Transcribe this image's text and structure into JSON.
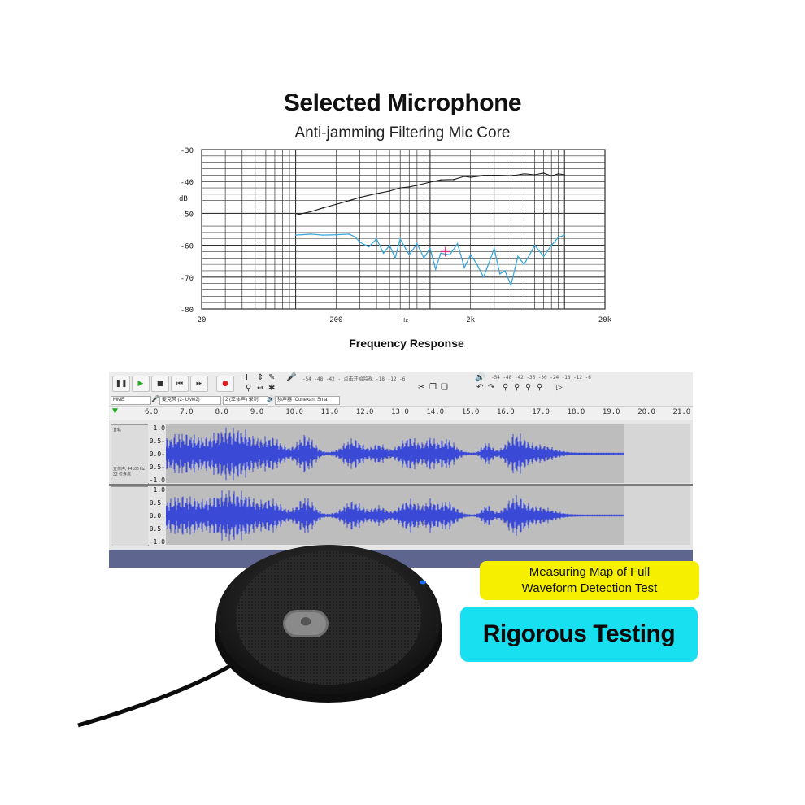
{
  "header": {
    "title": "Selected Microphone",
    "subtitle": "Anti-jamming Filtering Mic Core"
  },
  "chart_data": {
    "type": "line",
    "title": "",
    "caption": "Frequency Response",
    "xlabel": "Hz",
    "ylabel": "dB",
    "x_scale": "log",
    "xlim": [
      20,
      20000
    ],
    "ylim": [
      -80,
      -30
    ],
    "x_ticks": [
      "20",
      "200",
      "Hz",
      "2k",
      "20k"
    ],
    "y_ticks": [
      "-30",
      "-40",
      "-50",
      "-60",
      "-70",
      "-80"
    ],
    "grid": true,
    "series": [
      {
        "color": "#1a1a1a",
        "x": [
          100,
          130,
          160,
          200,
          250,
          300,
          400,
          500,
          600,
          700,
          800,
          1000,
          1200,
          1500,
          1800,
          2000,
          2500,
          3000,
          4000,
          5000,
          6000,
          7000,
          8000,
          9000,
          10000
        ],
        "y": [
          -50.5,
          -49.5,
          -48.3,
          -47.2,
          -46,
          -45,
          -43.8,
          -43,
          -42,
          -41.7,
          -41.2,
          -40.2,
          -39.5,
          -39.4,
          -38.4,
          -38.7,
          -38.2,
          -38.1,
          -38.3,
          -37.6,
          -37.9,
          -37.4,
          -38.3,
          -37.6,
          -37.9
        ]
      },
      {
        "color": "#3aa6dc",
        "x": [
          100,
          130,
          160,
          200,
          250,
          280,
          300,
          350,
          400,
          450,
          500,
          550,
          600,
          700,
          800,
          900,
          1000,
          1100,
          1200,
          1400,
          1600,
          1800,
          2000,
          2200,
          2500,
          2800,
          3000,
          3300,
          3600,
          4000,
          4500,
          5000,
          5500,
          6000,
          7000,
          8000,
          9000,
          10000
        ],
        "y": [
          -56.8,
          -56.5,
          -56.8,
          -56.7,
          -56.5,
          -57.5,
          -59,
          -60.5,
          -58,
          -62.5,
          -60,
          -64,
          -58,
          -63,
          -59.5,
          -64,
          -61,
          -67.5,
          -62.5,
          -63,
          -59.5,
          -67,
          -63,
          -65.5,
          -70,
          -64.5,
          -61,
          -69,
          -68,
          -72.5,
          -63.5,
          -66,
          -63,
          -60,
          -63.5,
          -60,
          -57.5,
          -56.8
        ]
      }
    ]
  },
  "audacity": {
    "ruler_labels": [
      "6.0",
      "7.0",
      "8.0",
      "9.0",
      "10.0",
      "11.0",
      "12.0",
      "13.0",
      "14.0",
      "15.0",
      "16.0",
      "17.0",
      "18.0",
      "19.0",
      "20.0",
      "21.0"
    ],
    "scale_labels": [
      "1.0",
      "0.5-",
      "0.0-",
      "0.5-",
      "-1.0"
    ],
    "host": "MME",
    "input_device": "麦克风 (2- UM02)",
    "channels": "2 (立体声) 录制",
    "output_device": "扬声器 (Conexant Sma",
    "meter_record": "-54  -48  -42  -  点击开始监视  -18  -12  -6",
    "meter_play": "-54  -48  -42  -36  -30  -24  -18  -12  -6",
    "track_info": "立体声, 44100 Hz",
    "track_info2": "32 位浮点",
    "track_name": "音轨"
  },
  "callouts": {
    "measuring_line1": "Measuring Map of Full",
    "measuring_line2": "Waveform Detection Test",
    "rigorous": "Rigorous Testing"
  },
  "colors": {
    "waveform": "#3a49d6",
    "callout_yellow": "#f6f000",
    "callout_cyan": "#18e0f0",
    "audacity_bottom": "#5e6690"
  },
  "icons": [
    "pause-icon",
    "play-icon",
    "stop-icon",
    "skip-start-icon",
    "skip-end-icon",
    "record-icon",
    "microphone-mute-icon"
  ]
}
